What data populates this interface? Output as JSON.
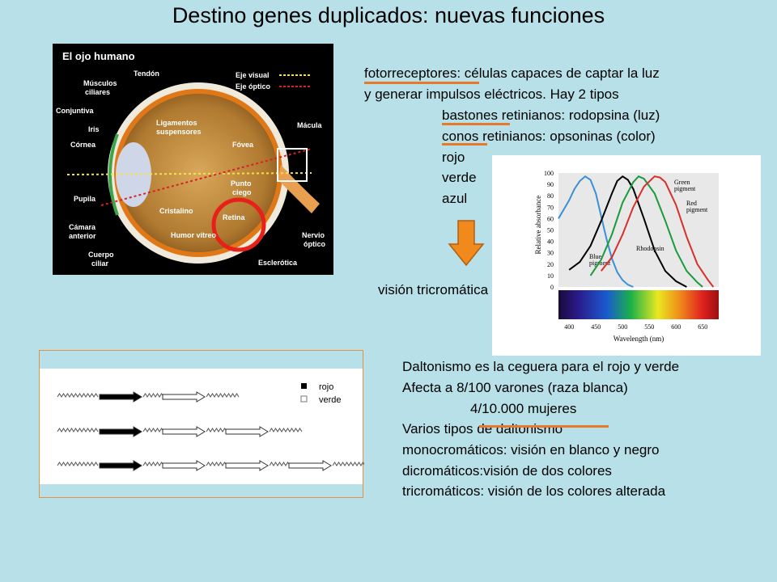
{
  "title": "Destino genes duplicados: nuevas funciones",
  "eye_figure": {
    "heading": "El ojo humano",
    "legend_visual": "Eje visual",
    "legend_optic": "Eje óptico",
    "labels": {
      "tendon": "Tendón",
      "musculos1": "Músculos",
      "musculos2": "ciliares",
      "conjuntiva": "Conjuntiva",
      "iris": "Iris",
      "cornea": "Córnea",
      "pupila": "Pupila",
      "camara1": "Cámara",
      "camara2": "anterior",
      "cuerpo1": "Cuerpo",
      "cuerpo2": "ciliar",
      "ligamentos1": "Ligamentos",
      "ligamentos2": "suspensores",
      "cristalino": "Cristalino",
      "humor": "Humor vítreo",
      "fovea": "Fóvea",
      "macula": "Mácula",
      "punto1": "Punto",
      "punto2": "ciego",
      "retina": "Retina",
      "nervio1": "Nervio",
      "nervio2": "óptico",
      "esclerotica": "Esclerótica"
    },
    "colors": {
      "visual_axis": "#f2e34a",
      "optic_axis": "#d9202a",
      "highlight_circle": "#e8201a"
    }
  },
  "text_block_1": {
    "line1": "fotorreceptores: células capaces de captar la luz",
    "line2": "y generar impulsos eléctricos. Hay 2 tipos",
    "line3": "bastones retinianos: rodopsina (luz)",
    "line4": "conos retinianos: opsoninas (color)",
    "line5": "rojo",
    "line6": "verde",
    "line7": "azul"
  },
  "arrow_label": "visión tricromática",
  "text_block_2": {
    "line1": "Daltonismo es la ceguera para el rojo y verde",
    "line2": "Afecta a 8/100 varones (raza blanca)",
    "line3": "4/10.000 mujeres",
    "line4": "Varios tipos de daltonismo",
    "line5": "monocromáticos: visión en blanco y negro",
    "line6": "dicromáticos:visión de dos colores",
    "line7": "tricromáticos: visión de los colores alterada"
  },
  "gene_figure": {
    "legend_red": "rojo",
    "legend_green": "verde"
  },
  "colors": {
    "background": "#b8e0e8",
    "underline": "#e8782a",
    "arrow_fill": "#f08a1c"
  },
  "chart_data": {
    "type": "line",
    "xlabel": "Wavelength (nm)",
    "ylabel": "Relative absorbance",
    "xlim": [
      380,
      680
    ],
    "ylim": [
      0,
      100
    ],
    "x_ticks": [
      400,
      450,
      500,
      550,
      600,
      650
    ],
    "y_ticks": [
      0,
      10,
      20,
      30,
      40,
      50,
      60,
      70,
      80,
      90,
      100
    ],
    "series": [
      {
        "name": "Blue pigment",
        "color": "#3a8fd8",
        "x": [
          380,
          400,
          410,
          420,
          430,
          440,
          450,
          460,
          470,
          480,
          490,
          500,
          510,
          520
        ],
        "y": [
          60,
          76,
          86,
          93,
          97,
          94,
          82,
          62,
          42,
          25,
          13,
          6,
          2,
          0
        ]
      },
      {
        "name": "Rhodopsin",
        "color": "#000000",
        "x": [
          400,
          420,
          440,
          460,
          480,
          490,
          500,
          510,
          520,
          540,
          560,
          580,
          600,
          620
        ],
        "y": [
          15,
          22,
          36,
          58,
          82,
          93,
          97,
          94,
          86,
          60,
          32,
          14,
          5,
          0
        ]
      },
      {
        "name": "Green pigment",
        "color": "#1a9a3a",
        "x": [
          440,
          460,
          480,
          500,
          520,
          530,
          540,
          560,
          580,
          600,
          620,
          640,
          650
        ],
        "y": [
          10,
          24,
          46,
          74,
          92,
          97,
          95,
          82,
          58,
          32,
          14,
          4,
          0
        ]
      },
      {
        "name": "Red pigment",
        "color": "#d8302a",
        "x": [
          460,
          480,
          500,
          520,
          540,
          560,
          570,
          580,
          600,
          620,
          640,
          660,
          670
        ],
        "y": [
          14,
          26,
          46,
          70,
          88,
          97,
          96,
          92,
          72,
          44,
          20,
          6,
          0
        ]
      }
    ]
  }
}
